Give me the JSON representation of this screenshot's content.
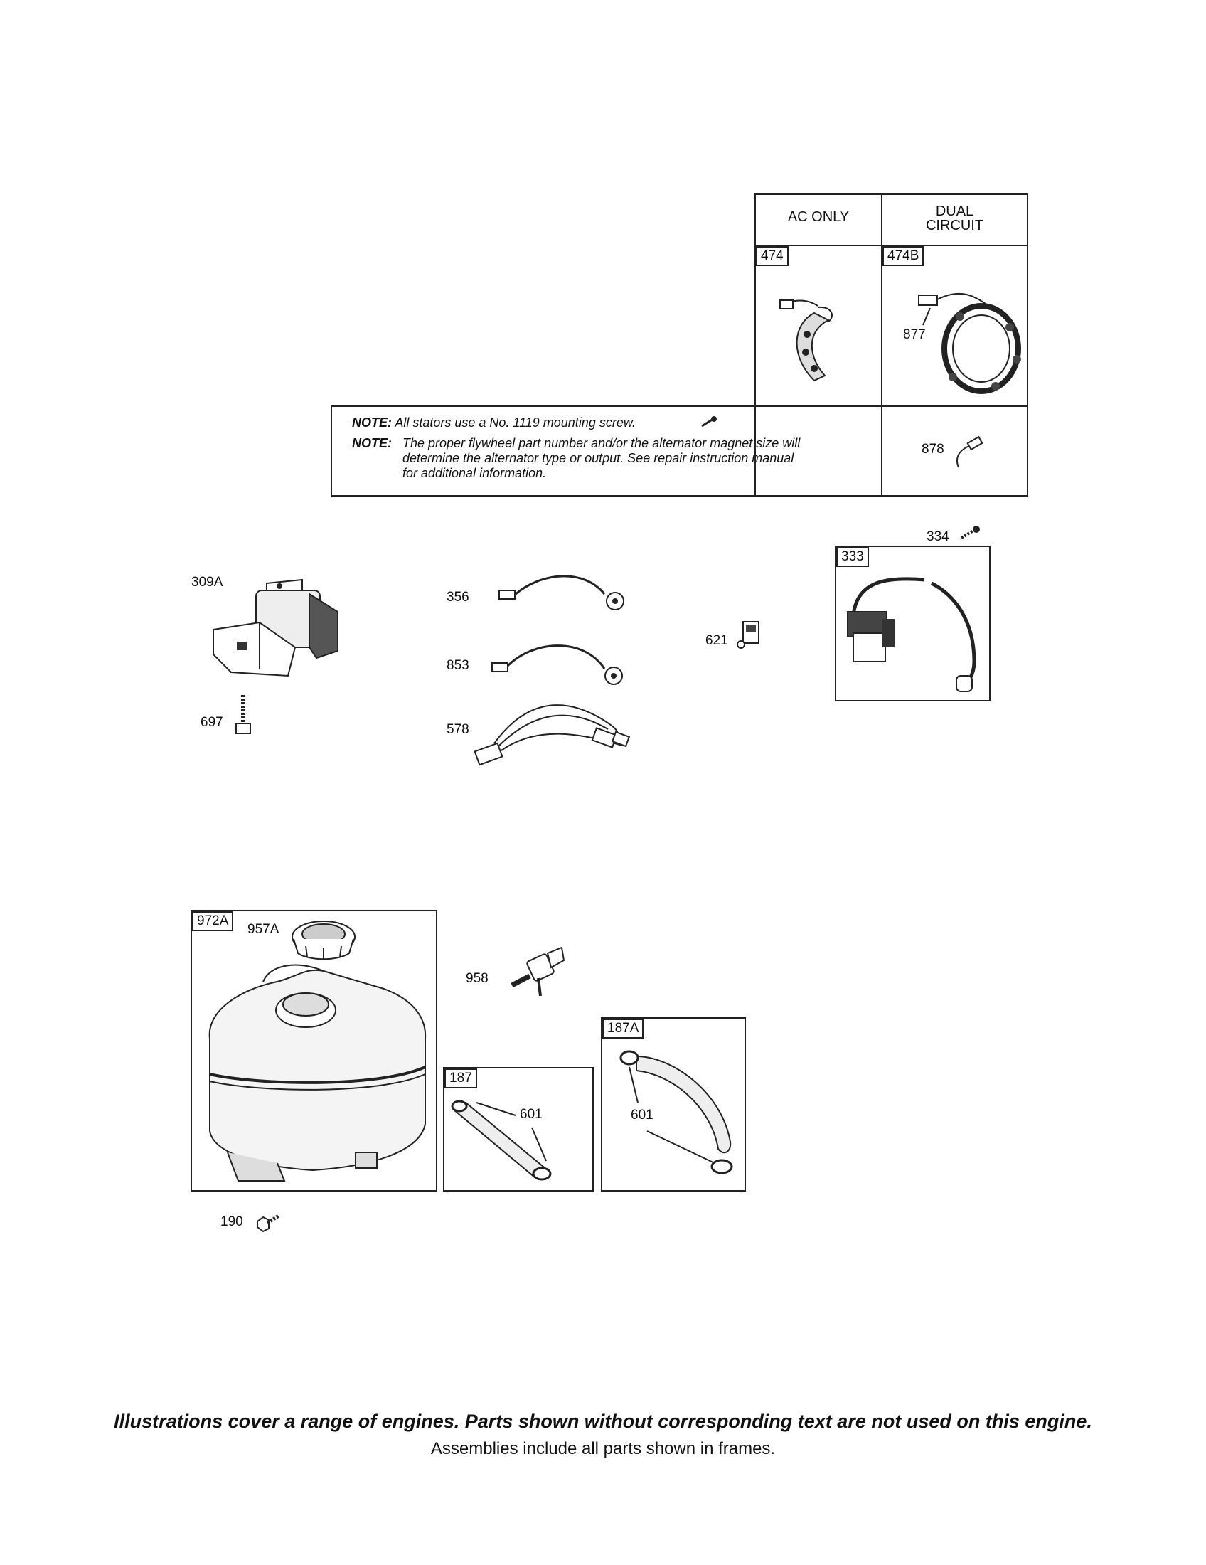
{
  "stator_table": {
    "col1_header": "AC ONLY",
    "col2_header_line1": "DUAL",
    "col2_header_line2": "CIRCUIT",
    "col1_part": "474",
    "col2_part": "474B",
    "col2_callout": "877",
    "extra_callout": "878"
  },
  "notes": {
    "note1_label": "NOTE:",
    "note1_text": "All stators use a No. 1119 mounting screw.",
    "note2_label": "NOTE:",
    "note2_line1": "The proper flywheel part number and/or the alternator magnet size will",
    "note2_line2": "determine the alternator type or output. See repair instruction manual",
    "note2_line3": "for additional information."
  },
  "parts": {
    "p309A": "309A",
    "p697": "697",
    "p356": "356",
    "p853": "853",
    "p578": "578",
    "p621": "621",
    "p334": "334",
    "p333": "333",
    "p972A": "972A",
    "p957A": "957A",
    "p958": "958",
    "p187": "187",
    "p601a": "601",
    "p187A": "187A",
    "p601b": "601",
    "p190": "190"
  },
  "footer": {
    "line1": "Illustrations cover a range of engines. Parts shown without corresponding text are not used on this engine.",
    "line2": "Assemblies include all parts shown in frames."
  }
}
